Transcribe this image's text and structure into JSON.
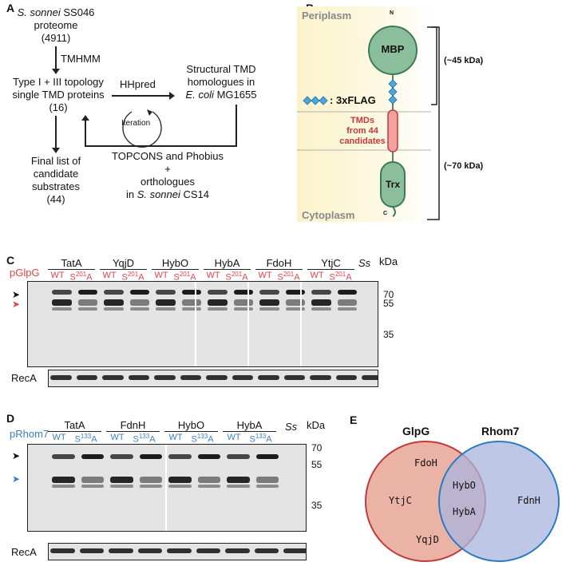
{
  "panelA": {
    "letter": "A",
    "proteome_line1_italic": "S. sonnei",
    "proteome_line1_rest": " SS046",
    "proteome_line2": "proteome",
    "proteome_count": "(4911)",
    "tmhmm": "TMHMM",
    "topology_line1": "Type I + III topology",
    "topology_line2": "single TMD proteins",
    "topology_count": "(16)",
    "hhpred": "HHpred",
    "homolog_line1": "Structural TMD",
    "homolog_line2": "homologues in",
    "homolog_line3_italic": "E. coli",
    "homolog_line3_rest": " MG1655",
    "iteration": "Iteration",
    "topcons": "TOPCONS and Phobius",
    "plus": "+",
    "orthologues": "orthologues",
    "in_prefix": "in ",
    "cs14_italic": "S. sonnei",
    "cs14_rest": " CS14",
    "final_line1": "Final list of",
    "final_line2": "candidate",
    "final_line3": "substrates",
    "final_count": "(44)"
  },
  "panelB": {
    "letter": "B",
    "periplasm": "Periplasm",
    "cytoplasm": "Cytoplasm",
    "n_term": "N",
    "c_term": "C",
    "mbp": "MBP",
    "trx": "Trx",
    "flag": ": 3xFLAG",
    "tmd_line1": "TMDs",
    "tmd_line2": "from 44",
    "tmd_line3": "candidates",
    "kda45": "(~45 kDa)",
    "kda70": "(~70 kDa)"
  },
  "panelC": {
    "letter": "C",
    "construct": "pGlpG",
    "color": "#e0444a",
    "groups": [
      "TatA",
      "YqjD",
      "HybO",
      "HybA",
      "FdoH",
      "YtjC"
    ],
    "wt": "WT",
    "mut_prefix": "S",
    "mut_sup": "201",
    "mut_suffix": "A",
    "ss": "Ss",
    "kda": "kDa",
    "markers": [
      "70",
      "55",
      "35"
    ],
    "loading": "RecA"
  },
  "panelD": {
    "letter": "D",
    "construct": "pRhom7",
    "color": "#3b7fc4",
    "groups": [
      "TatA",
      "FdnH",
      "HybO",
      "HybA"
    ],
    "wt": "WT",
    "mut_prefix": "S",
    "mut_sup": "133",
    "mut_suffix": "A",
    "ss": "Ss",
    "kda": "kDa",
    "markers": [
      "70",
      "55",
      "35"
    ],
    "loading": "RecA"
  },
  "panelE": {
    "letter": "E",
    "left_title": "GlpG",
    "right_title": "Rhom7",
    "left_only": [
      "FdoH",
      "YtjC",
      "YqjD"
    ],
    "shared": [
      "HybO",
      "HybA"
    ],
    "right_only": [
      "FdnH"
    ],
    "left_color": "#e8a597",
    "right_color": "#a9b4dd"
  }
}
